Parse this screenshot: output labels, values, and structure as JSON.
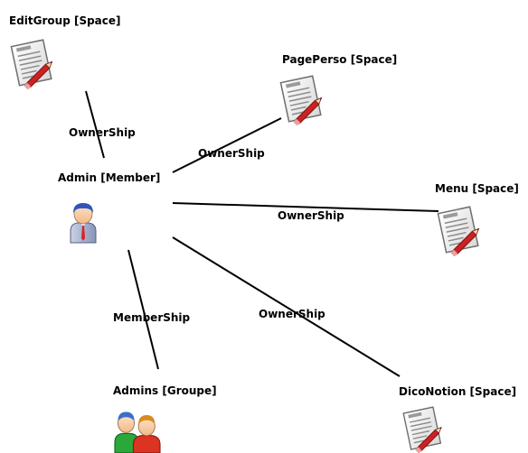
{
  "nodes": [
    {
      "id": "editgroup",
      "label": "EditGroup [Space]",
      "kind": "space",
      "icon": "document-pen-icon"
    },
    {
      "id": "pageperso",
      "label": "PagePerso [Space]",
      "kind": "space",
      "icon": "document-pen-icon"
    },
    {
      "id": "admin",
      "label": "Admin [Member]",
      "kind": "member",
      "icon": "user-icon"
    },
    {
      "id": "menu",
      "label": "Menu [Space]",
      "kind": "space",
      "icon": "document-pen-icon"
    },
    {
      "id": "admins",
      "label": "Admins [Groupe]",
      "kind": "group",
      "icon": "group-icon"
    },
    {
      "id": "diconotion",
      "label": "DicoNotion [Space]",
      "kind": "space",
      "icon": "document-pen-icon"
    }
  ],
  "edges": [
    {
      "id": "e1",
      "source": "admin",
      "target": "editgroup",
      "label": "OwnerShip"
    },
    {
      "id": "e2",
      "source": "admin",
      "target": "pageperso",
      "label": "OwnerShip"
    },
    {
      "id": "e3",
      "source": "admin",
      "target": "menu",
      "label": "OwnerShip"
    },
    {
      "id": "e4",
      "source": "admin",
      "target": "diconotion",
      "label": "OwnerShip"
    },
    {
      "id": "e5",
      "source": "admin",
      "target": "admins",
      "label": "MemberShip"
    }
  ],
  "colors": {
    "line": "#000000",
    "background": "#ffffff",
    "pen": "#cc2222",
    "user_shirt": "#5566cc",
    "user_hair": "#2244aa",
    "group_front_shirt": "#22aa33",
    "group_back_shirt": "#dd3322"
  }
}
